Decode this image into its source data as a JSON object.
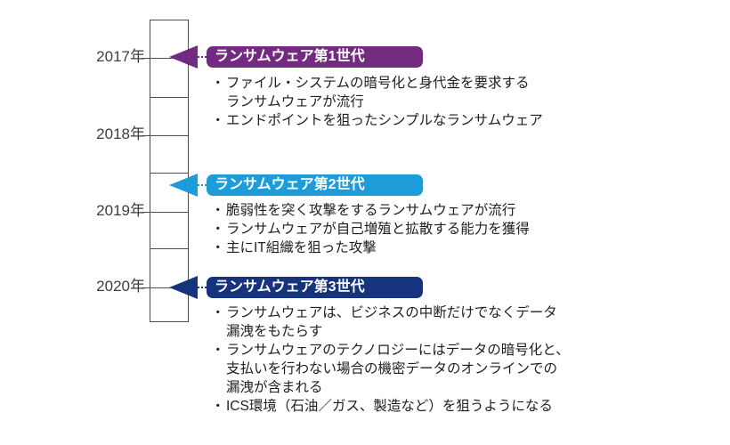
{
  "colors": {
    "gen1": "#732B80",
    "gen2": "#1C9CD8",
    "gen3": "#16347D",
    "axis_line": "#4D4D4D",
    "year_text": "#3E3E3E",
    "body_text": "#1E1E1E"
  },
  "bullet_marker": "・",
  "timeline": {
    "years": [
      {
        "label": "2017年"
      },
      {
        "label": "2018年"
      },
      {
        "label": "2019年"
      },
      {
        "label": "2020年"
      }
    ]
  },
  "generations": [
    {
      "title": "ランサムウェア第1世代",
      "color": "#732B80",
      "bullets": [
        {
          "text": "ファイル・システムの暗号化と身代金を要求する\nランサムウェアが流行"
        },
        {
          "text": "エンドポイントを狙ったシンプルなランサムウェア"
        }
      ]
    },
    {
      "title": "ランサムウェア第2世代",
      "color": "#1C9CD8",
      "bullets": [
        {
          "text": "脆弱性を突く攻撃をするランサムウェアが流行"
        },
        {
          "text": "ランサムウェアが自己増殖と拡散する能力を獲得"
        },
        {
          "text": "主にIT組織を狙った攻撃"
        }
      ]
    },
    {
      "title": "ランサムウェア第3世代",
      "color": "#16347D",
      "bullets": [
        {
          "text": "ランサムウェアは、ビジネスの中断だけでなくデータ\n漏洩をもたらす"
        },
        {
          "text": "ランサムウェアのテクノロジーにはデータの暗号化と、\n支払いを行わない場合の機密データのオンラインでの\n漏洩が含まれる"
        },
        {
          "text": "ICS環境（石油／ガス、製造など）を狙うようになる"
        }
      ]
    }
  ]
}
